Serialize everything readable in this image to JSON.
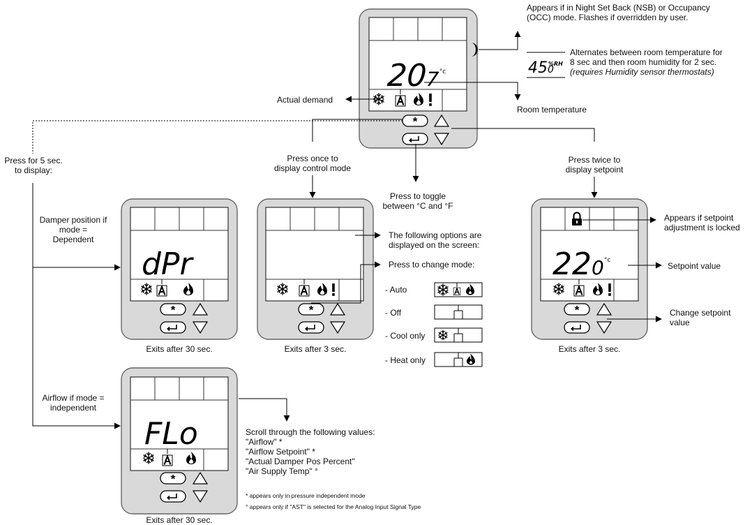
{
  "thermostats": {
    "main": {
      "temp_int": "20",
      "temp_dec": "7",
      "unit": "°c"
    },
    "damper": {
      "display_text": "dPr"
    },
    "mode": {
      "display_text": ""
    },
    "setpoint": {
      "temp_int": "22",
      "temp_dec": "0",
      "unit": "°c"
    },
    "airflow": {
      "display_text": "FLo"
    }
  },
  "humidity_readout": {
    "value_int": "45",
    "value_dec": "0",
    "unit": "%RH"
  },
  "icons": {
    "cooling": "snowflake-icon",
    "auto": "auto-a-icon",
    "heating": "flame-icon",
    "demand": "exclamation-icon",
    "night_mode": "crescent-moon-icon",
    "lock": "padlock-icon",
    "button_star": "star-button-icon",
    "button_enter": "enter-arrow-icon",
    "button_up": "up-triangle-icon",
    "button_down": "down-triangle-icon"
  },
  "labels": {
    "nsb_line1": "Appears if in Night Set Back (NSB) or Occupancy",
    "nsb_line2": "(OCC) mode. Flashes if overridden by user.",
    "hum_line1": "Alternates between room temperature for",
    "hum_line2": "8 sec and then room humidity for 2 sec.",
    "hum_line3": "(requires Humidity sensor thermostats)",
    "actual_demand": "Actual demand",
    "room_temperature": "Room temperature",
    "press5_line1": "Press for 5 sec.",
    "press5_line2": "to display:",
    "press_once_line1": "Press once to",
    "press_once_line2": "display control mode",
    "press_twice_line1": "Press twice to",
    "press_twice_line2": "display setpoint",
    "toggle_line1": "Press to toggle",
    "toggle_line2": "between °C and °F",
    "damper_line1": "Damper position if",
    "damper_line2": "mode =",
    "damper_line3": "Dependent",
    "options_line1": "The following options are",
    "options_line2": "displayed on the screen:",
    "press_change_mode": "Press to change mode:",
    "locked_line1": "Appears if setpoint",
    "locked_line2": "adjustment is locked",
    "setpoint_value": "Setpoint value",
    "change_line1": "Change setpoint",
    "change_line2": "value",
    "exits_30": "Exits after 30 sec.",
    "exits_3_mode": "Exits after 3 sec.",
    "exits_3_setpoint": "Exits after 3 sec.",
    "exits_30_airflow": "Exits after 30 sec.",
    "airflow_line1": "Airflow if mode =",
    "airflow_line2": "independent"
  },
  "modes": [
    {
      "label": "- Auto",
      "symbols": "snowflake-a-flame"
    },
    {
      "label": "- Off",
      "symbols": "none"
    },
    {
      "label": "- Cool only",
      "symbols": "snowflake"
    },
    {
      "label": "- Heat only",
      "symbols": "flame"
    }
  ],
  "scroll_list": {
    "title": "Scroll through the following values:",
    "items": [
      "\"Airflow\" *",
      "\"Airflow Setpoint\" *",
      "\"Actual Damper Pos Percent\"",
      "\"Air Supply Temp\" °"
    ]
  },
  "footnotes": {
    "star": "* appears only in pressure independent mode",
    "degree": "°  appears only if \"AST\" is selected for the Analog Input Signal Type"
  }
}
